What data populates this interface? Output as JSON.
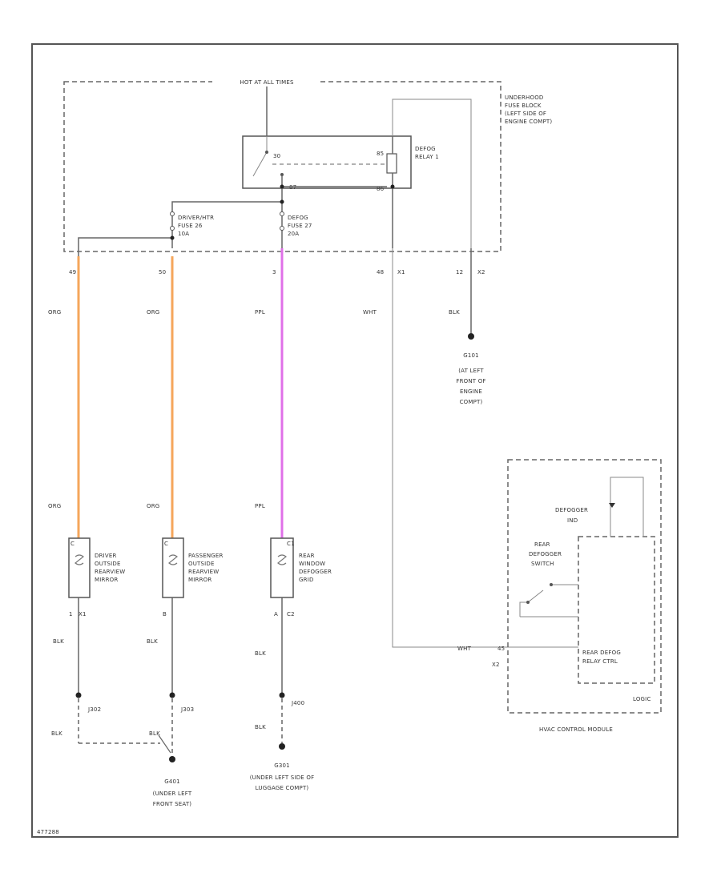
{
  "frame": {
    "code": "477288"
  },
  "fuse_block": {
    "hot_label": "HOT AT ALL TIMES",
    "name_lines": [
      "UNDERHOOD",
      "FUSE BLOCK",
      "(LEFT SIDE OF",
      "ENGINE COMPT)"
    ]
  },
  "relay": {
    "name_lines": [
      "DEFOG",
      "RELAY 1"
    ],
    "pin_top_left": "30",
    "pin_top_right": "85",
    "pin_mid": "87",
    "pin_bottom": "86"
  },
  "fuses": {
    "mirror": {
      "lines": [
        "DRIVER/HTR",
        "FUSE 26",
        "10A"
      ]
    },
    "defog": {
      "lines": [
        "DEFOG",
        "FUSE 27",
        "20A"
      ]
    }
  },
  "connectors": {
    "c1": "49",
    "c2": "50",
    "c3": "3",
    "c4": "48",
    "c4b": "X1",
    "c5": "12",
    "c5b": "X2"
  },
  "wire_colors": {
    "w1_top": "ORG",
    "w2_top": "ORG",
    "w3_top": "PPL",
    "w4": "WHT",
    "w5": "BLK",
    "w1_bottom": "ORG",
    "w2_bottom": "ORG",
    "w3_bottom": "PPL",
    "g1": "BLK",
    "g2": "BLK",
    "g3": "BLK",
    "g1_lower": "BLK",
    "g2_lower": "BLK",
    "g3_lower": "BLK",
    "acm_in": "WHT"
  },
  "ground_g101": {
    "lines": [
      "G101",
      "(AT LEFT",
      "FRONT OF",
      "ENGINE",
      "COMPT)"
    ]
  },
  "loads": {
    "driver_mirror": {
      "pin_top": "C",
      "pin_bottom": "1",
      "pin_bottom_b": "X1",
      "lines": [
        "DRIVER",
        "OUTSIDE",
        "REARVIEW",
        "MIRROR"
      ]
    },
    "passenger_mirror": {
      "pin_top": "C",
      "pin_bottom": "B",
      "lines": [
        "PASSENGER",
        "OUTSIDE",
        "REARVIEW",
        "MIRROR"
      ]
    },
    "rear_defogger": {
      "pin_top": "C1",
      "pin_bottom": "A",
      "pin_bottom_b": "C2",
      "lines": [
        "REAR",
        "WINDOW",
        "DEFOGGER",
        "GRID"
      ]
    }
  },
  "splices": {
    "s1": "J302",
    "s2": "J303",
    "s3": "J400"
  },
  "ground_g401": {
    "lines": [
      "G401",
      "(UNDER LEFT",
      "FRONT SEAT)"
    ]
  },
  "ground_g301": {
    "lines": [
      "G301",
      "(UNDER LEFT SIDE OF",
      "LUGGAGE COMPT)"
    ]
  },
  "hvac": {
    "title": "HVAC CONTROL MODULE",
    "indicator_lines": [
      "DEFOGGER",
      "IND"
    ],
    "switch_lines": [
      "REAR",
      "DEFOGGER",
      "SWITCH"
    ],
    "relay_ctrl_lines": [
      "REAR DEFOG",
      "RELAY CTRL"
    ],
    "logic": "LOGIC",
    "pin": "45",
    "pin_connector": "X2"
  },
  "colors": {
    "orange_wire": "#F5A65B",
    "purple_wire": "#E070E8",
    "line": "#666666"
  }
}
